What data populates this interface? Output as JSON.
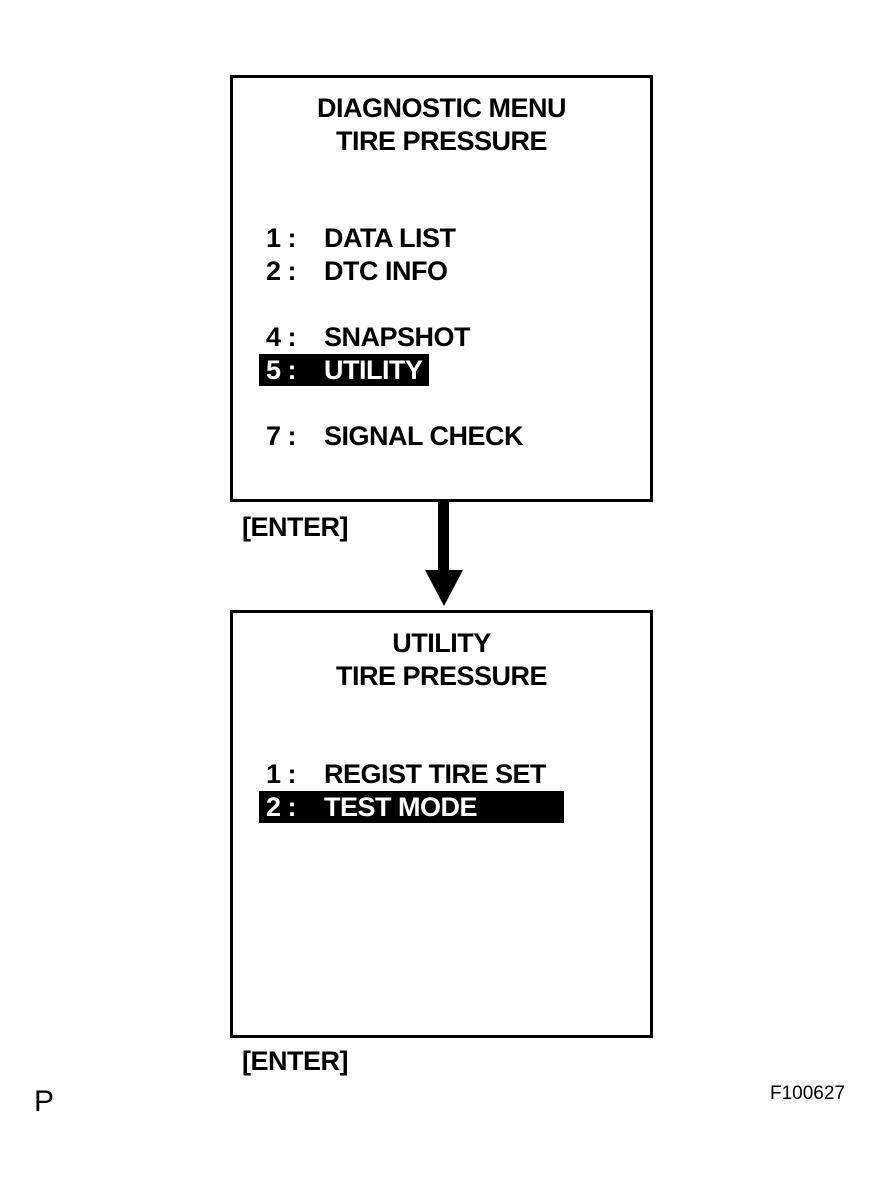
{
  "screen1": {
    "title_line1": "DIAGNOSTIC MENU",
    "title_line2": "TIRE PRESSURE",
    "items": [
      {
        "num": "1 :",
        "label": "DATA LIST",
        "selected": false
      },
      {
        "num": "2 :",
        "label": "DTC INFO",
        "selected": false
      },
      {
        "num": "4 :",
        "label": "SNAPSHOT",
        "selected": false
      },
      {
        "num": "5 :",
        "label": "UTILITY",
        "selected": true
      },
      {
        "num": "7 :",
        "label": "SIGNAL CHECK",
        "selected": false
      }
    ]
  },
  "enter_label_1": "[ENTER]",
  "screen2": {
    "title_line1": "UTILITY",
    "title_line2": "TIRE PRESSURE",
    "items": [
      {
        "num": "1 :",
        "label": "REGIST TIRE SET",
        "selected": false
      },
      {
        "num": "2 :",
        "label": "TEST MODE",
        "selected": true
      }
    ]
  },
  "enter_label_2": "[ENTER]",
  "corner_letter": "P",
  "figure_code": "F100627"
}
